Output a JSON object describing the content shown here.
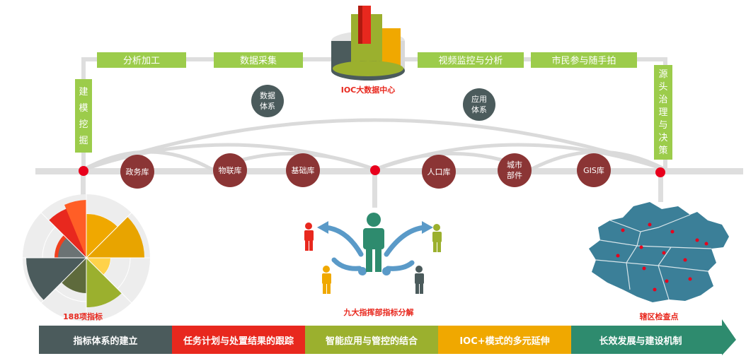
{
  "colors": {
    "green": "#9ccc4b",
    "rail": "#dedede",
    "maroon": "#8b3535",
    "slate": "#4b5b5c",
    "red_dot": "#e8001c",
    "caption_red": "#e8281e",
    "orange": "#f0a800",
    "olive": "#9bb02e",
    "teal_figure": "#2e8b6e",
    "map_blue": "#3b7f98",
    "arrow_blue": "#5a9ac8"
  },
  "top_labels": [
    "分析加工",
    "数据采集",
    "视频监控与分析",
    "市民参与随手拍"
  ],
  "left_vertical_label": [
    "建",
    "模",
    "挖",
    "掘"
  ],
  "right_vertical_label": [
    "源",
    "头",
    "治",
    "理",
    "与",
    "决",
    "策"
  ],
  "center_caption": "IOC大数据中心",
  "grey_nodes": [
    {
      "lines": [
        "数据",
        "体系"
      ]
    },
    {
      "lines": [
        "应用",
        "体系"
      ]
    }
  ],
  "database_nodes": [
    {
      "lines": [
        "政务库"
      ]
    },
    {
      "lines": [
        "物联库"
      ]
    },
    {
      "lines": [
        "基础库"
      ]
    },
    {
      "lines": [
        "人口库"
      ]
    },
    {
      "lines": [
        "城市",
        "部件"
      ]
    },
    {
      "lines": [
        "GIS库"
      ]
    }
  ],
  "captions": {
    "left": "188项指标",
    "center": "九大指挥部指标分解",
    "right": "辖区检查点"
  },
  "bottom_bands": [
    {
      "label": "指标体系的建立",
      "color": "#4b5b5c"
    },
    {
      "label": "任务计划与处置结果的跟踪",
      "color": "#e8281e"
    },
    {
      "label": "智能应用与管控的结合",
      "color": "#9bb02e"
    },
    {
      "label": "IOC+模式的多元延伸",
      "color": "#f0a800"
    },
    {
      "label": "长效发展与建设机制",
      "color": "#2e8b6e"
    }
  ],
  "icons": {
    "center_cylinder": "data-cylinder-icon",
    "radial_chart": "radial-indicator-icon",
    "people": "people-distribution-icon",
    "map": "region-map-icon"
  }
}
